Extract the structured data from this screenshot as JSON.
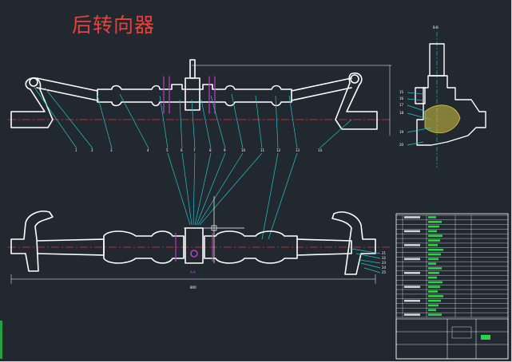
{
  "drawing": {
    "title": "后转向器",
    "section_label": "A-A",
    "dim_overall": "800",
    "side_view_label": "B-B"
  },
  "balloons_top": [
    "1",
    "2",
    "3",
    "4",
    "5",
    "6",
    "7",
    "8",
    "9",
    "10",
    "11",
    "12",
    "13",
    "14"
  ],
  "balloons_side": [
    "15",
    "16",
    "17",
    "18",
    "19",
    "20"
  ],
  "balloons_bottom": [
    "21",
    "22",
    "23",
    "24",
    "25"
  ],
  "colors": {
    "background": "#212830",
    "part_outline": "#ffffff",
    "leader": "#27c3c9",
    "centerline": "#e03a3a",
    "highlight": "#c43bc4",
    "hatch": "#d8c542",
    "table_green": "#2bd24a"
  }
}
